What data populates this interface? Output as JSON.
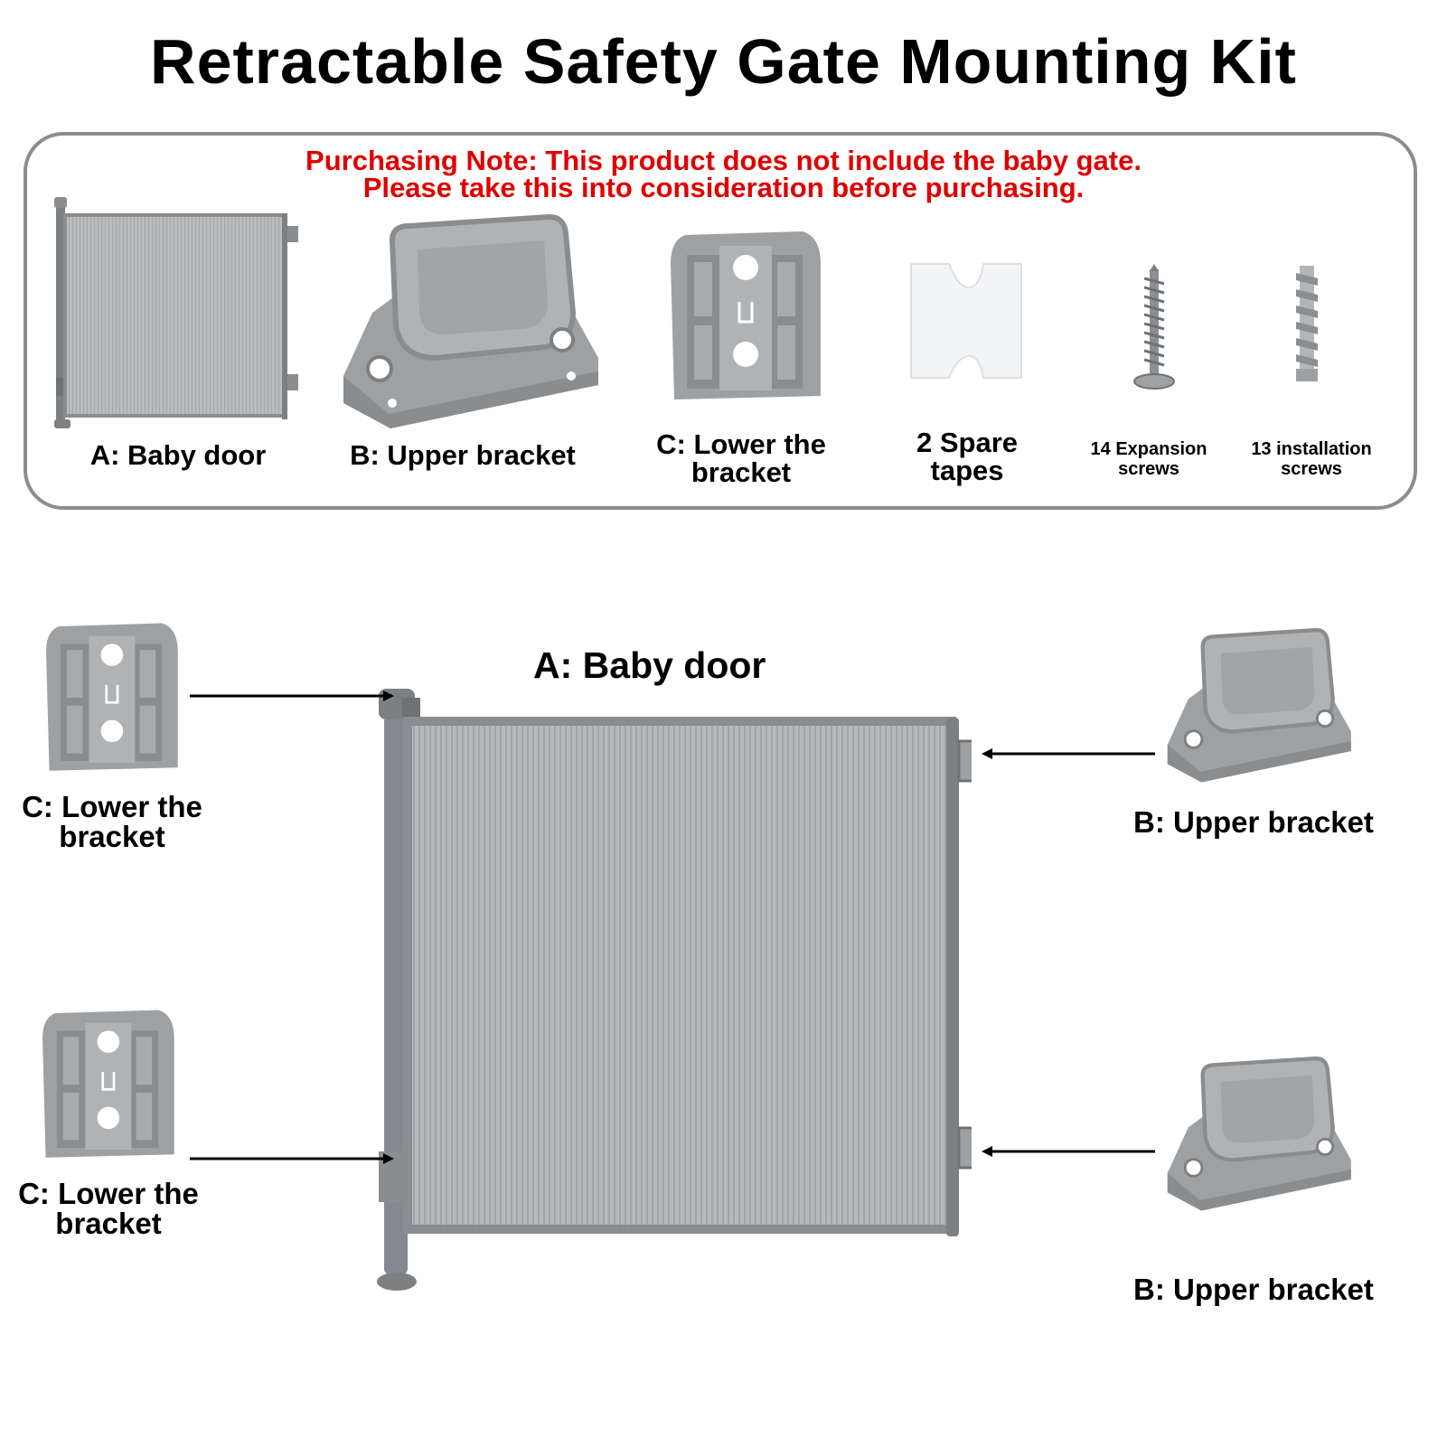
{
  "title": "Retractable Safety Gate Mounting Kit",
  "purchasing_note": {
    "line1": "Purchasing Note: This product does not include the baby gate.",
    "line2": "Please take this into consideration before purchasing."
  },
  "kit_items": [
    {
      "label": "A: Baby door"
    },
    {
      "label": "B: Upper bracket"
    },
    {
      "label_line1": "C: Lower the",
      "label_line2": "bracket"
    },
    {
      "label_line1": "2 Spare",
      "label_line2": "tapes"
    },
    {
      "label_line1": "14 Expansion",
      "label_line2": "screws"
    },
    {
      "label_line1": "13 installation",
      "label_line2": "screws"
    }
  ],
  "diagram": {
    "center_label": "A: Baby door",
    "upper_left_label": {
      "line1": "C: Lower the",
      "line2": "bracket"
    },
    "lower_left_label": {
      "line1": "C: Lower the",
      "line2": "bracket"
    },
    "upper_right_label": "B: Upper bracket",
    "lower_right_label": "B: Upper bracket"
  },
  "colors": {
    "note_red": "#e00000",
    "panel_border": "#8c8c8c",
    "part_gray": "#9ea1a4",
    "part_dark": "#7d8083",
    "mesh": "#b9bcbf"
  }
}
